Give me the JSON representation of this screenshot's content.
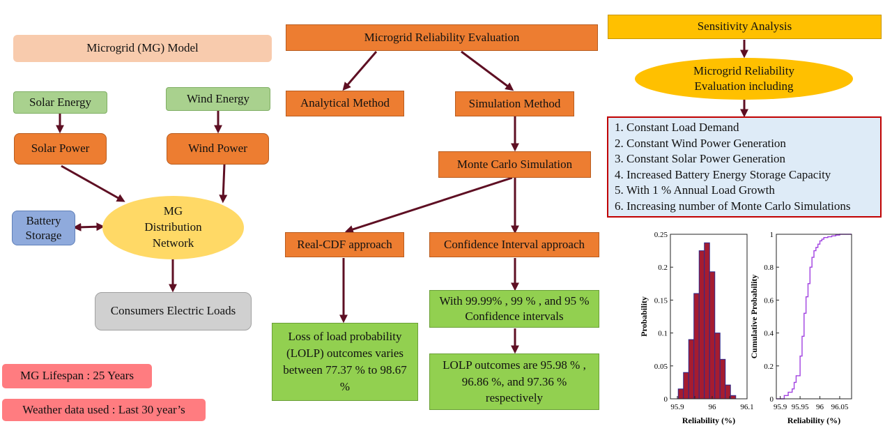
{
  "left": {
    "model_title": "Microgrid (MG)  Model",
    "solar_energy": "Solar Energy",
    "wind_energy": "Wind Energy",
    "solar_power": "Solar Power",
    "wind_power": "Wind Power",
    "battery": "Battery Storage",
    "network": "MG Distribution Network",
    "loads": "Consumers Electric Loads",
    "lifespan": "MG Lifespan : 25 Years",
    "weather": "Weather data used : Last 30 year’s"
  },
  "middle": {
    "title": "Microgrid Reliability Evaluation",
    "analytical": "Analytical Method",
    "simulation": "Simulation Method",
    "monte_carlo": "Monte Carlo Simulation",
    "real_cdf": "Real-CDF approach",
    "confidence": "Confidence Interval approach",
    "lolp_range": "Loss of load probability (LOLP) outcomes varies between 77.37 % to 98.67 %",
    "confidence_levels": "With 99.99% , 99 % , and 95 % Confidence intervals",
    "lolp_outcomes": "LOLP outcomes are 95.98 % , 96.86 %, and 97.36 % respectively"
  },
  "right": {
    "sensitivity": "Sensitivity Analysis",
    "evaluation": "Microgrid Reliability Evaluation including",
    "items": [
      "1. Constant Load Demand",
      "2. Constant Wind Power Generation",
      "3. Constant Solar Power Generation",
      "4. Increased Battery Energy Storage Capacity",
      "5. With 1 % Annual Load Growth",
      "6. Increasing number of Monte Carlo Simulations"
    ]
  },
  "colors": {
    "arrow": "#5E0F23",
    "histogram_bar": "#A51C30",
    "histogram_edge": "#2F2A8C",
    "cdf_line": "#A040E0"
  },
  "chart_data": [
    {
      "type": "bar",
      "x": [
        95.91,
        95.925,
        95.94,
        95.955,
        95.97,
        95.985,
        96.0,
        96.015,
        96.03,
        96.045,
        96.06,
        96.075,
        96.09
      ],
      "values": [
        0.015,
        0.04,
        0.09,
        0.16,
        0.225,
        0.237,
        0.193,
        0.1,
        0.06,
        0.021,
        0.005,
        0.0,
        0.0
      ],
      "xlabel": "Reliability (%)",
      "ylabel": "Probability",
      "xlim": [
        95.88,
        96.1
      ],
      "ylim": [
        0,
        0.25
      ],
      "xticks": [
        "95.9",
        "95.95",
        "96",
        "96.05",
        "96.1"
      ],
      "xtick_labels_shown": [
        "95.9",
        "",
        "96",
        "",
        "96.1"
      ],
      "yticks": [
        "0",
        "0.05",
        "0.1",
        "0.15",
        "0.2",
        "0.25"
      ]
    },
    {
      "type": "line",
      "step": true,
      "x": [
        95.89,
        95.9,
        95.91,
        95.92,
        95.93,
        95.935,
        95.94,
        95.95,
        95.955,
        95.96,
        95.965,
        95.97,
        95.975,
        95.98,
        95.985,
        95.99,
        95.995,
        96.0,
        96.005,
        96.01,
        96.02,
        96.03,
        96.04,
        96.05,
        96.06,
        96.08
      ],
      "values": [
        0.0,
        0.0,
        0.02,
        0.04,
        0.06,
        0.1,
        0.14,
        0.26,
        0.38,
        0.52,
        0.62,
        0.7,
        0.8,
        0.86,
        0.9,
        0.92,
        0.94,
        0.96,
        0.97,
        0.98,
        0.985,
        0.99,
        0.995,
        1.0,
        1.0,
        1.0
      ],
      "xlabel": "Reliability (%)",
      "ylabel": "Cumulative Probability",
      "xlim": [
        95.89,
        96.08
      ],
      "ylim": [
        0,
        1
      ],
      "xticks": [
        "95.9",
        "95.95",
        "96",
        "96.05"
      ],
      "yticks": [
        "0",
        "0.2",
        "0.4",
        "0.6",
        "0.8",
        "1"
      ]
    }
  ]
}
